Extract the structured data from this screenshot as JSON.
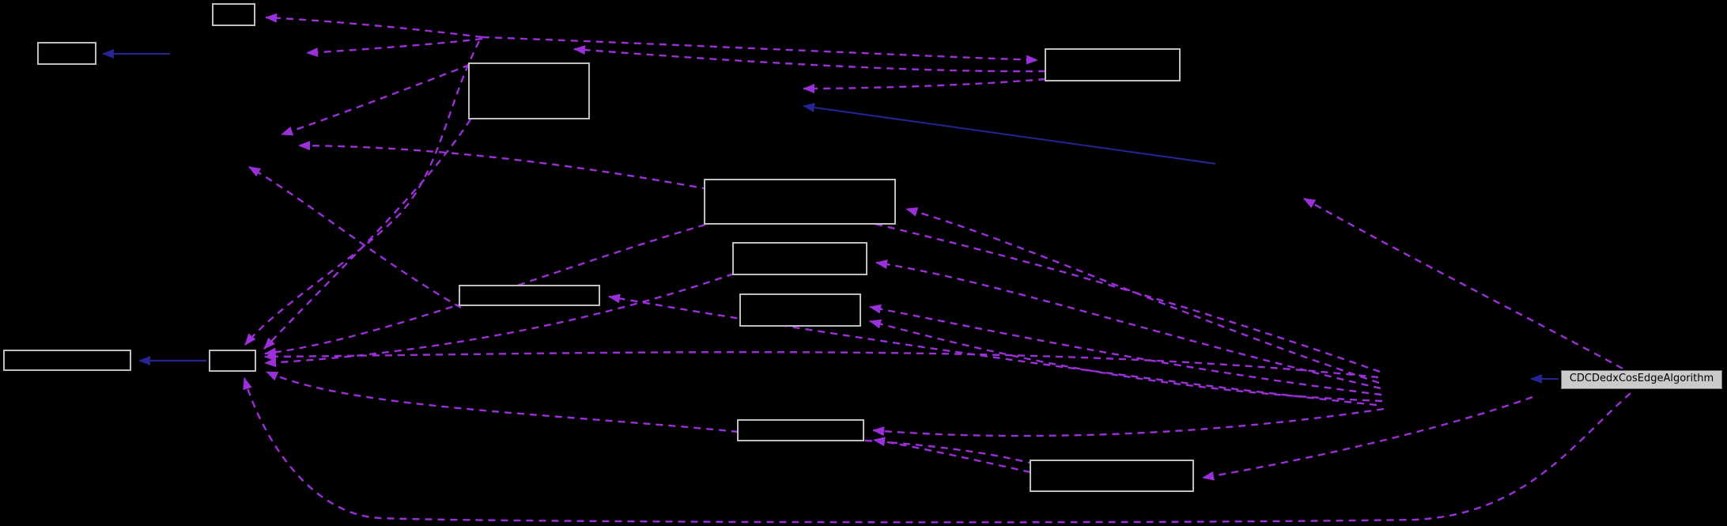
{
  "graph": {
    "kind": "collaboration-dependency-graph",
    "label_node": {
      "text": "CDCDedxCosEdgeAlgorithm"
    },
    "unlabeled_node_count": 12,
    "edge_counts": {
      "dashed": 25,
      "solid": 4
    },
    "colors": {
      "background": "#000000",
      "node_border": "#bfbfbf",
      "node_fill": "#000000",
      "dashed_edge": "#9b30d9",
      "solid_edge": "#252595",
      "label_fill": "#cacaca",
      "label_border": "#6e6e6e",
      "label_text": "#000000"
    }
  }
}
